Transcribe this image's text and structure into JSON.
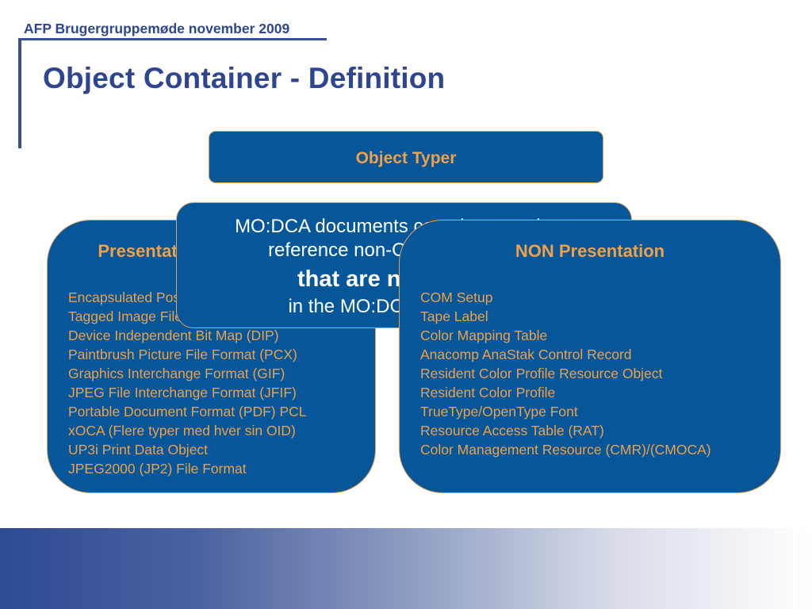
{
  "header": {
    "text": "AFP Brugergruppemøde november 2009"
  },
  "title": "Object Container - Definition",
  "top_box": {
    "label": "Object Typer"
  },
  "middle_box": {
    "line1": "MO:DCA documents can also contain or",
    "line2": "reference non-OCA data objects",
    "line3": "that are not defined",
    "line4": "in the MO:DCA architecture"
  },
  "presentation": {
    "title": "Presentation",
    "items": [
      "Encapsulated PostScript (EPS)",
      "Tagged Image File Format (TIFF)",
      "Device Independent Bit Map (DIP)",
      "Paintbrush Picture File Format (PCX)",
      "Graphics Interchange Format (GIF)",
      "JPEG File Interchange Format (JFIF)",
      "Portable Document Format (PDF) PCL",
      "xOCA (Flere typer med hver sin OID)",
      "UP3i Print Data Object",
      "JPEG2000 (JP2) File Format"
    ]
  },
  "non_presentation": {
    "title": "NON Presentation",
    "items": [
      "COM Setup",
      "Tape Label",
      "Color Mapping Table",
      "Anacomp AnaStak Control Record",
      "Resident Color Profile Resource Object",
      "Resident Color Profile",
      "TrueType/OpenType Font",
      "Resource Access Table (RAT)",
      "Color Management Resource (CMR)/(CMOCA)"
    ]
  },
  "colors": {
    "brand_blue": "#2e4591",
    "box_fill": "#06579a",
    "accent_orange": "#f0a049"
  }
}
